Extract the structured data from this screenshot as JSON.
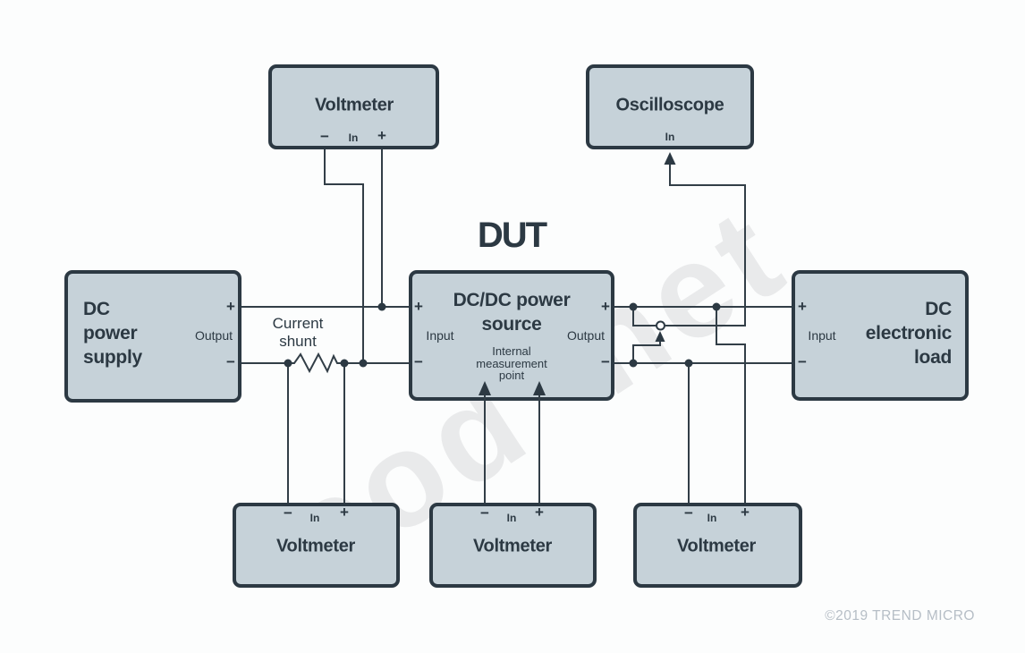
{
  "dut_heading": "DUT",
  "watermark": {
    "part1": "cod",
    "part2": "net"
  },
  "footer": {
    "copyright": "©2019 TREND MICRO"
  },
  "labels": {
    "current_shunt_line1": "Current",
    "current_shunt_line2": "shunt"
  },
  "boxes": {
    "voltmeter_top": {
      "title": "Voltmeter",
      "minus": "−",
      "input_label": "In",
      "plus": "+"
    },
    "oscilloscope": {
      "title": "Oscilloscope",
      "input_label": "In"
    },
    "dc_power_supply": {
      "title_lines": [
        "DC",
        "power",
        "supply"
      ],
      "port_label": "Output",
      "plus": "+",
      "minus": "−"
    },
    "dut": {
      "title_lines": [
        "DC/DC power",
        "source"
      ],
      "note_lines": [
        "Internal",
        "measurement",
        "point"
      ],
      "input_label": "Input",
      "output_label": "Output",
      "input_plus": "+",
      "input_minus": "−",
      "output_plus": "+",
      "output_minus": "−"
    },
    "dc_electronic_load": {
      "title_lines": [
        "DC",
        "electronic",
        "load"
      ],
      "port_label": "Input",
      "plus": "+",
      "minus": "−"
    },
    "voltmeter_bottom_left": {
      "title": "Voltmeter",
      "minus": "−",
      "input_label": "In",
      "plus": "+"
    },
    "voltmeter_bottom_middle": {
      "title": "Voltmeter",
      "minus": "−",
      "input_label": "In",
      "plus": "+"
    },
    "voltmeter_bottom_right": {
      "title": "Voltmeter",
      "minus": "−",
      "input_label": "In",
      "plus": "+"
    }
  },
  "colors": {
    "background": "#fcfdfd",
    "box_fill": "#c6d2d9",
    "ink": "#2c3943",
    "wire": "#323e47",
    "watermark": "#e9eaeb",
    "copyright": "#b6bec6"
  }
}
